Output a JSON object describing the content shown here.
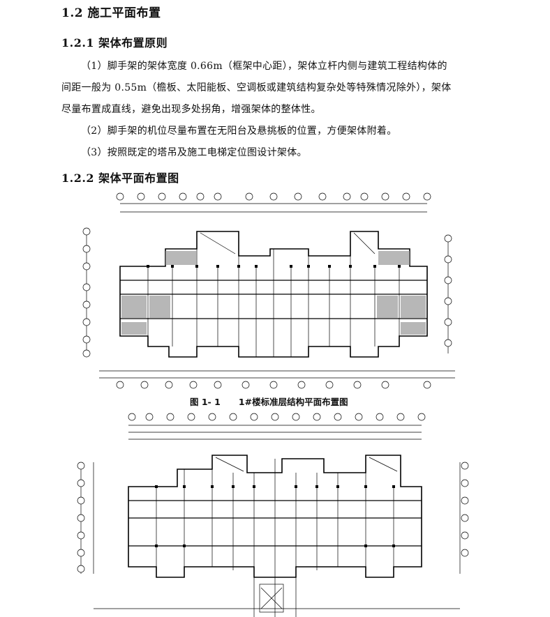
{
  "section_title": "1.2 施工平面布置",
  "subsection1": {
    "title": "1.2.1 架体布置原则",
    "p1_line1": "（1）脚手架的架体宽度 0.66m（框架中心距），架体立杆内侧与建筑工程结构体的",
    "p1_line2": "间距一般为 0.55m（檐板、太阳能板、空调板或建筑结构复杂处等特殊情况除外），架体",
    "p1_line3": "尽量布置成直线，避免出现多处拐角，增强架体的整体性。",
    "p2": "（2）脚手架的机位尽量布置在无阳台及悬挑板的位置，方便架体附着。",
    "p3": "（3）按照既定的塔吊及施工电梯定位图设计架体。"
  },
  "subsection2": {
    "title": "1.2.2 架体平面布置图"
  },
  "figure1": {
    "caption_no": "图 1- 1",
    "caption_text": "1#楼标准层结构平面布置图"
  }
}
